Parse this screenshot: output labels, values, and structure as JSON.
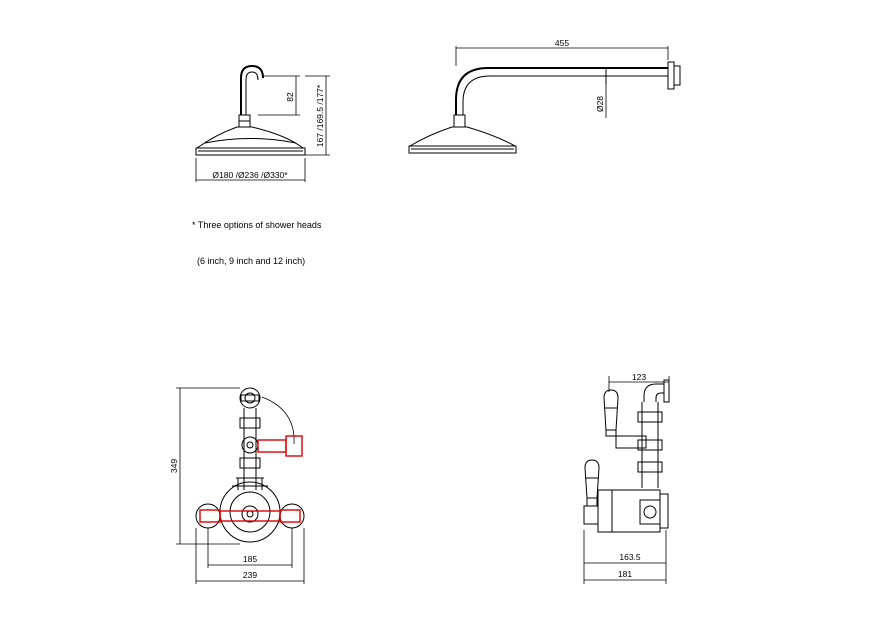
{
  "dimensions": {
    "head_front_height_arm": "82",
    "head_front_height_total": "167 /169.5 /177*",
    "head_front_diameters": "Ø180 /Ø236 /Ø330*",
    "arm_length": "455",
    "arm_diameter": "Ø28",
    "valve_front_height": "349",
    "valve_front_centres": "185",
    "valve_front_width": "239",
    "valve_side_top": "123",
    "valve_side_depth_inner": "163.5",
    "valve_side_depth_outer": "181"
  },
  "note": {
    "line1": "* Three options of shower heads",
    "line2": "  (6 inch, 9 inch and 12 inch)"
  },
  "colors": {
    "line": "#000000",
    "handle_highlight": "#e00000"
  }
}
